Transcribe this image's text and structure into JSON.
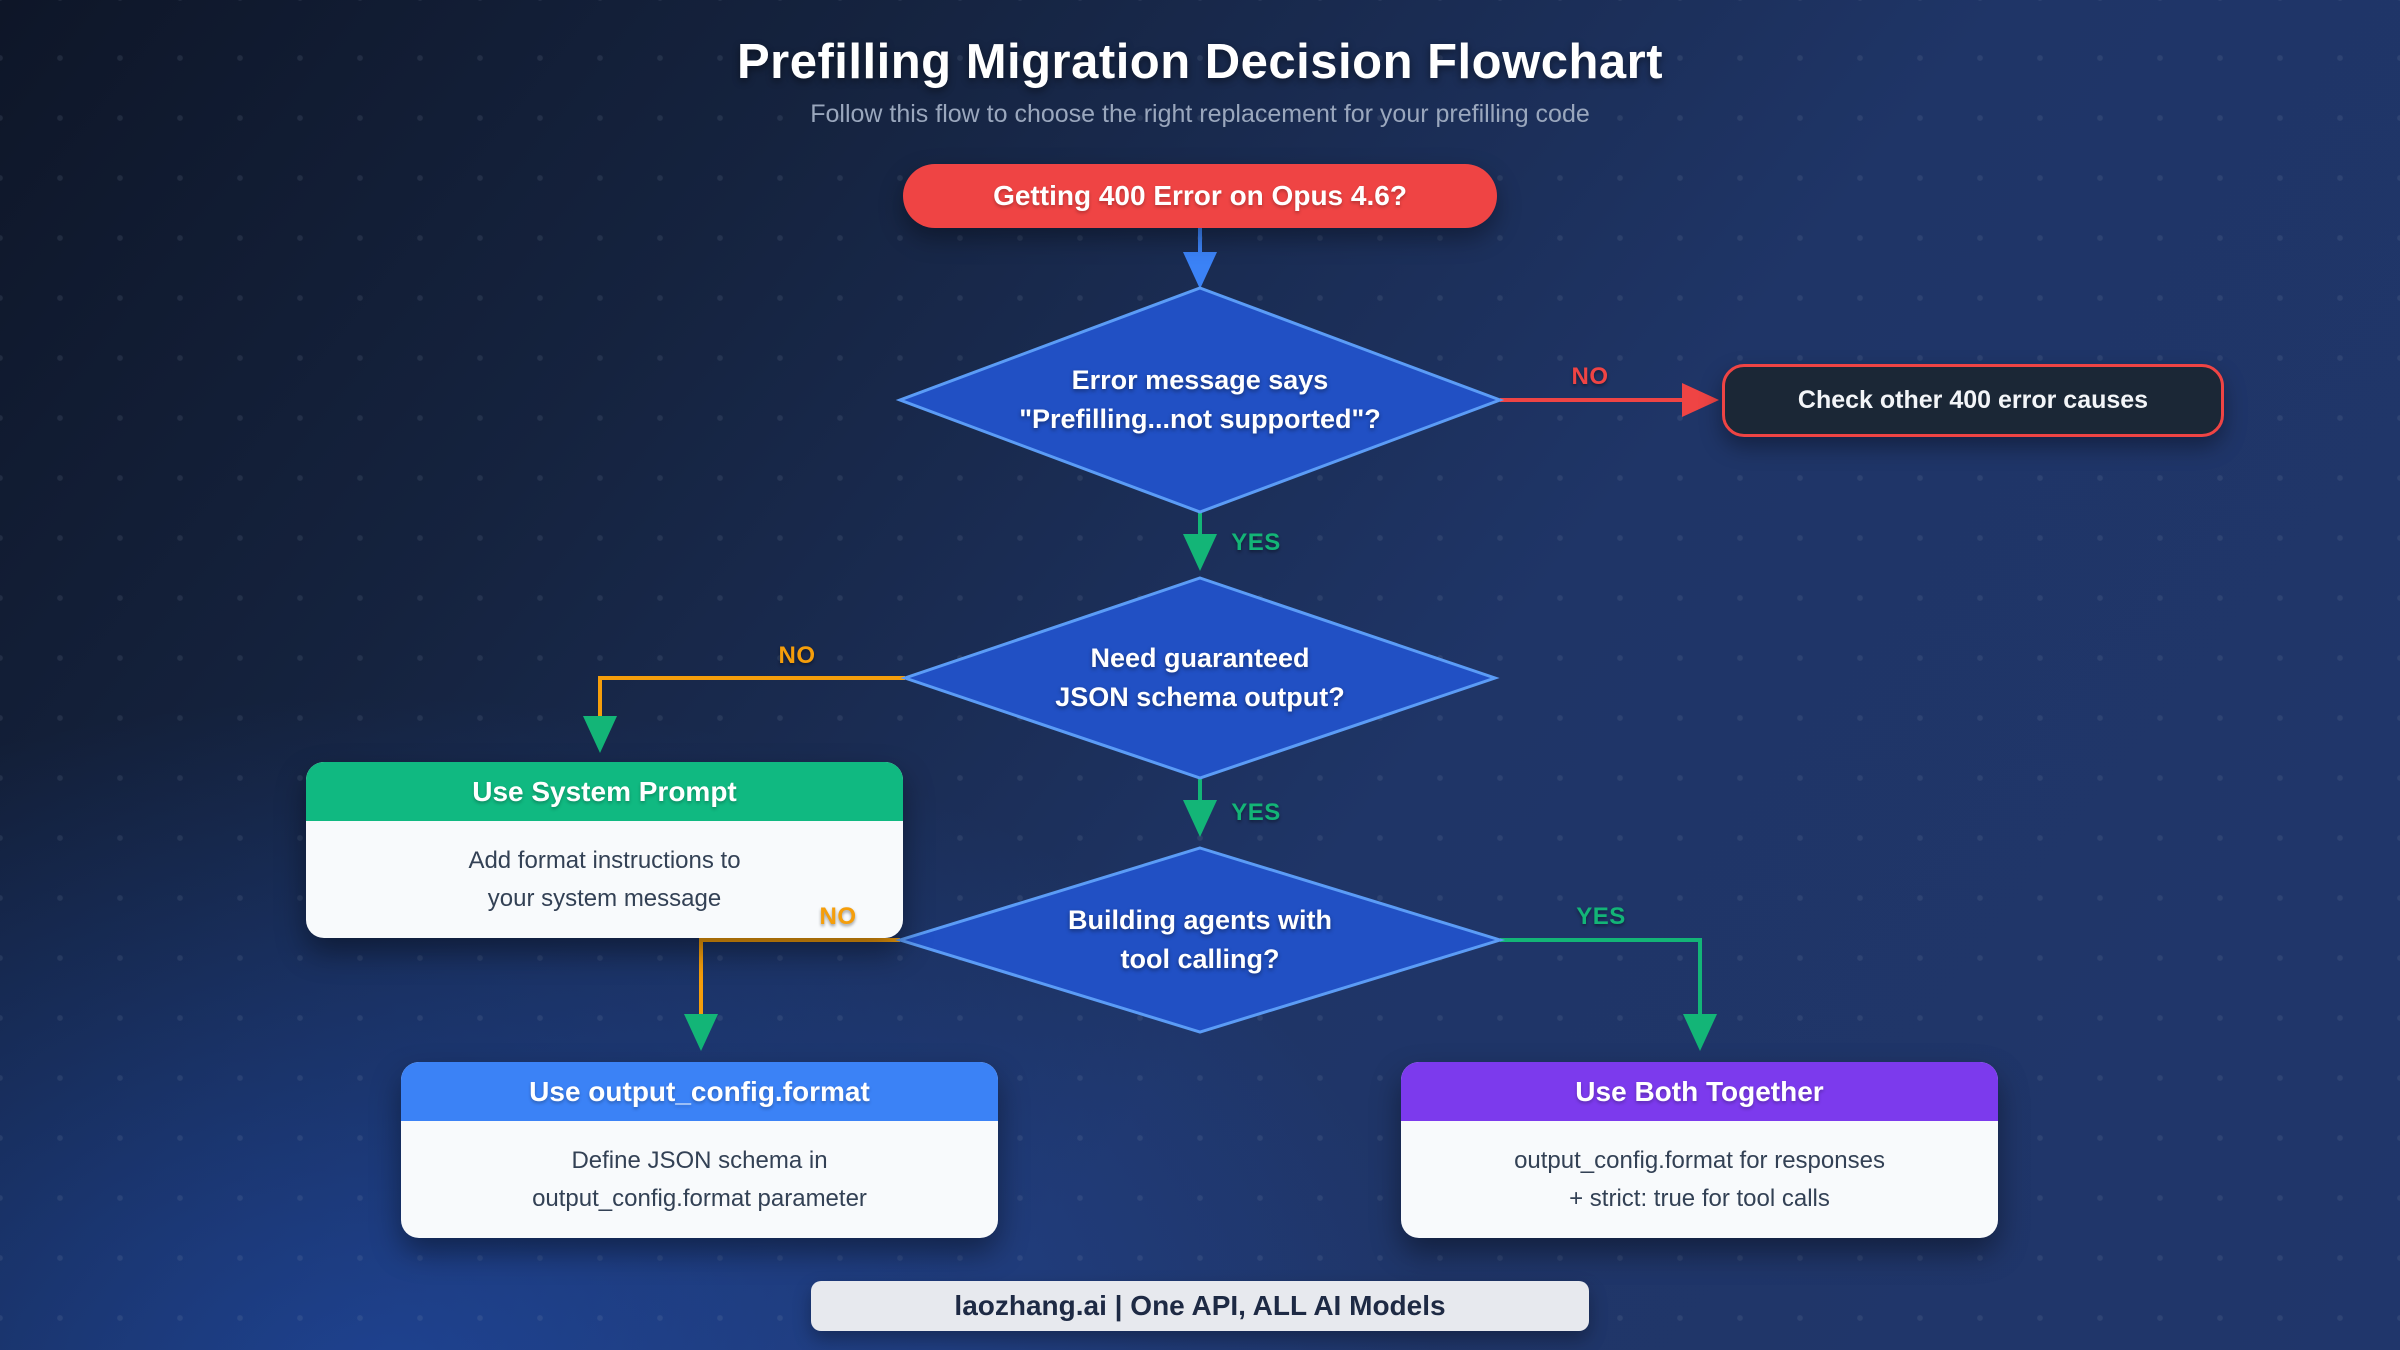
{
  "header": {
    "title": "Prefilling Migration Decision Flowchart",
    "subtitle": "Follow this flow to choose the right replacement for your prefilling code"
  },
  "flow": {
    "start": {
      "label": "Getting 400 Error on Opus 4.6?"
    },
    "decision_error_message": {
      "line1": "Error message says",
      "line2": "\"Prefilling...not supported\"?",
      "no_label": "NO",
      "yes_label": "YES"
    },
    "error_box": {
      "label": "Check other 400 error causes"
    },
    "decision_json_schema": {
      "line1": "Need guaranteed",
      "line2": "JSON schema output?",
      "no_label": "NO",
      "yes_label": "YES"
    },
    "decision_tool_calling": {
      "line1": "Building agents with",
      "line2": "tool calling?",
      "no_label": "NO",
      "yes_label": "YES"
    },
    "card_system_prompt": {
      "title": "Use System Prompt",
      "line1": "Add format instructions to",
      "line2": "your system message"
    },
    "card_output_config": {
      "title": "Use output_config.format",
      "line1": "Define JSON schema in",
      "line2": "output_config.format parameter"
    },
    "card_both": {
      "title": "Use Both Together",
      "line1": "output_config.format for responses",
      "line2": "+ strict: true for tool calls"
    }
  },
  "footer": {
    "label": "laozhang.ai | One API, ALL AI Models"
  },
  "colors": {
    "start_red": "#ef4444",
    "diamond_fill": "#2150c4",
    "diamond_border": "#5b9cf6",
    "arrow_blue": "#3b82f6",
    "arrow_green": "#13b577",
    "arrow_orange": "#f59e0b",
    "arrow_red": "#ef4444",
    "error_box_fill": "#1b2736",
    "card_green_header": "#10b981",
    "card_blue_header": "#3b82f6",
    "card_purple_header": "#7c3aed",
    "card_body_bg": "#f8fafc",
    "card_body_text": "#334155",
    "background_dark": "#0e1628",
    "background_blue": "#20366b",
    "footer_bg": "#e7e9ee"
  }
}
